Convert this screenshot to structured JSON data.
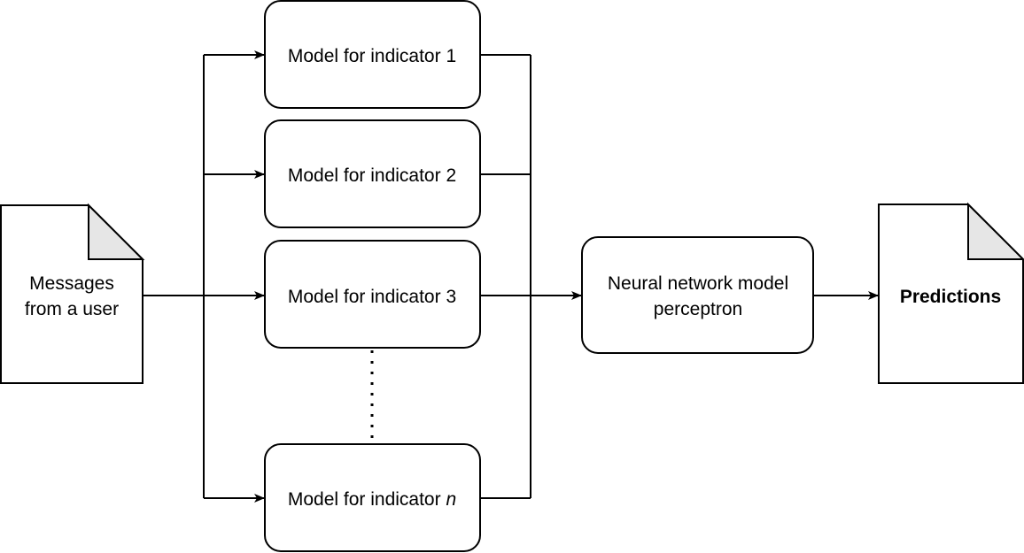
{
  "input_doc": {
    "line1": "Messages",
    "line2": "from a user"
  },
  "models": [
    {
      "prefix": "Model for indicator ",
      "index": "1"
    },
    {
      "prefix": "Model for indicator ",
      "index": "2"
    },
    {
      "prefix": "Model for indicator ",
      "index": "3"
    },
    {
      "prefix": "Model for indicator ",
      "index": "n"
    }
  ],
  "nn_model": {
    "line1": "Neural network model",
    "line2": "perceptron"
  },
  "output_doc": {
    "label": "Predictions"
  },
  "colors": {
    "stroke": "#000000",
    "fold": "#e6e6e6",
    "fill": "#ffffff"
  }
}
